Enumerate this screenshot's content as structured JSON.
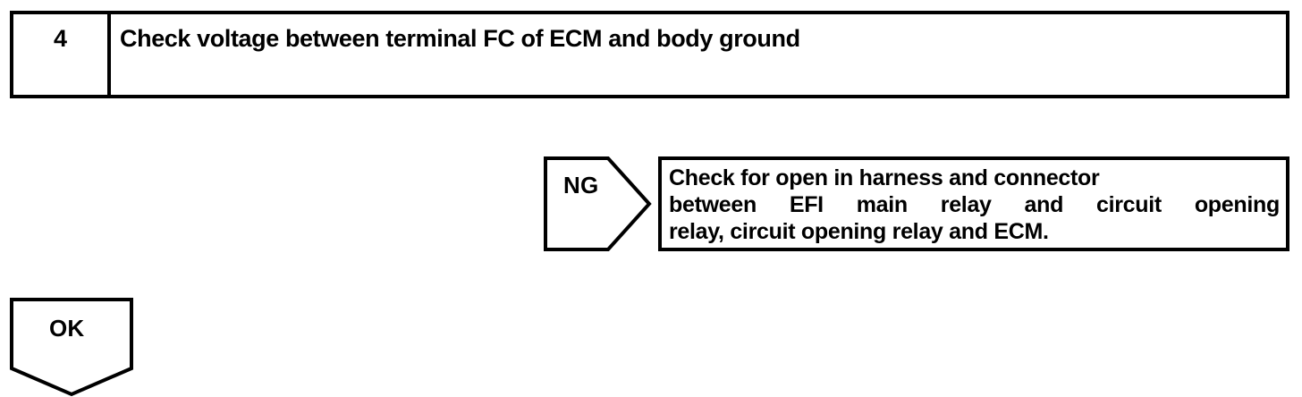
{
  "step": {
    "number": "4",
    "instruction": "Check voltage between terminal FC of ECM and body ground"
  },
  "branches": {
    "ng": {
      "label": "NG",
      "result_lines": [
        "Check for open in harness and connector",
        [
          "between",
          "EFI",
          "main",
          "relay",
          "and",
          "circuit",
          "opening"
        ],
        "relay, circuit opening relay and ECM."
      ]
    },
    "ok": {
      "label": "OK"
    }
  },
  "colors": {
    "stroke": "#000000",
    "fill": "#ffffff"
  }
}
